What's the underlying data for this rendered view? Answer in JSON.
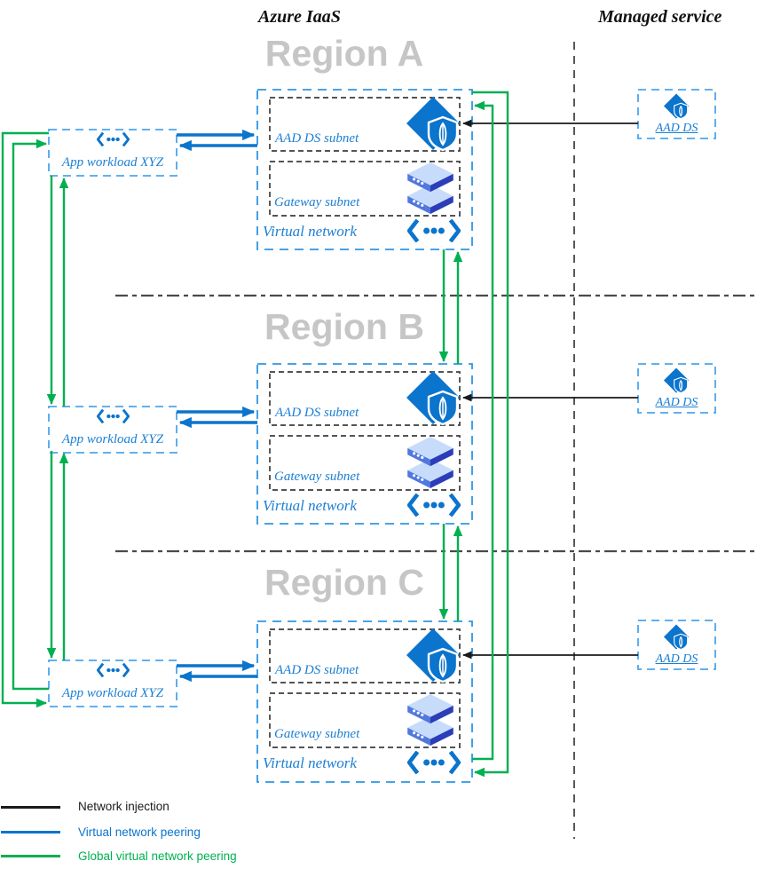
{
  "headers": {
    "iaas": "Azure IaaS",
    "managed": "Managed service"
  },
  "regions": [
    {
      "title": "Region A",
      "vnet_label": "Virtual network",
      "aadds_subnet_label": "AAD DS subnet",
      "gateway_subnet_label": "Gateway subnet",
      "app_label": "App workload XYZ",
      "managed_aadds_label": "AAD DS"
    },
    {
      "title": "Region B",
      "vnet_label": "Virtual network",
      "aadds_subnet_label": "AAD DS subnet",
      "gateway_subnet_label": "Gateway subnet",
      "app_label": "App workload XYZ",
      "managed_aadds_label": "AAD DS"
    },
    {
      "title": "Region C",
      "vnet_label": "Virtual network",
      "aadds_subnet_label": "AAD DS subnet",
      "gateway_subnet_label": "Gateway subnet",
      "app_label": "App workload XYZ",
      "managed_aadds_label": "AAD DS"
    }
  ],
  "legend": [
    {
      "label": "Network injection",
      "color": "#1a1a1a"
    },
    {
      "label": "Virtual network peering",
      "color": "#0b74cc"
    },
    {
      "label": "Global virtual network peering",
      "color": "#00b050"
    }
  ],
  "icons": {
    "aadds": "aad-ds-icon",
    "gateway": "gateway-icon",
    "vnet": "virtual-network-icon"
  },
  "colors": {
    "peering_blue": "#0b74cc",
    "global_peering_green": "#00b050",
    "injection_black": "#1a1a1a",
    "vnet_border_blue": "#2e96e4",
    "app_border_blue": "#4ba5ee",
    "label_blue": "#1b7fd4",
    "region_title_gray": "#c6c6c6"
  }
}
